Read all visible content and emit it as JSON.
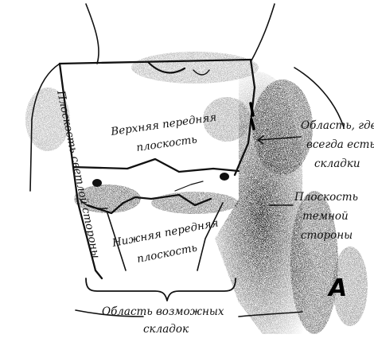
{
  "labels": {
    "upper_front_line1": "Верхняя передняя",
    "upper_front_line2": "плоскость",
    "lower_front_line1": "Нижняя передняя",
    "lower_front_line2": "плоскость",
    "light_side": "Плоскость светлой стороны",
    "always_folds_line1": "Область, где",
    "always_folds_line2": "всегда есть",
    "always_folds_line3": "складки",
    "dark_side_line1": "Плоскость",
    "dark_side_line2": "темной",
    "dark_side_line3": "стороны",
    "possible_folds_line1": "Область возможных",
    "possible_folds_line2": "складок",
    "panel_letter": "A"
  }
}
